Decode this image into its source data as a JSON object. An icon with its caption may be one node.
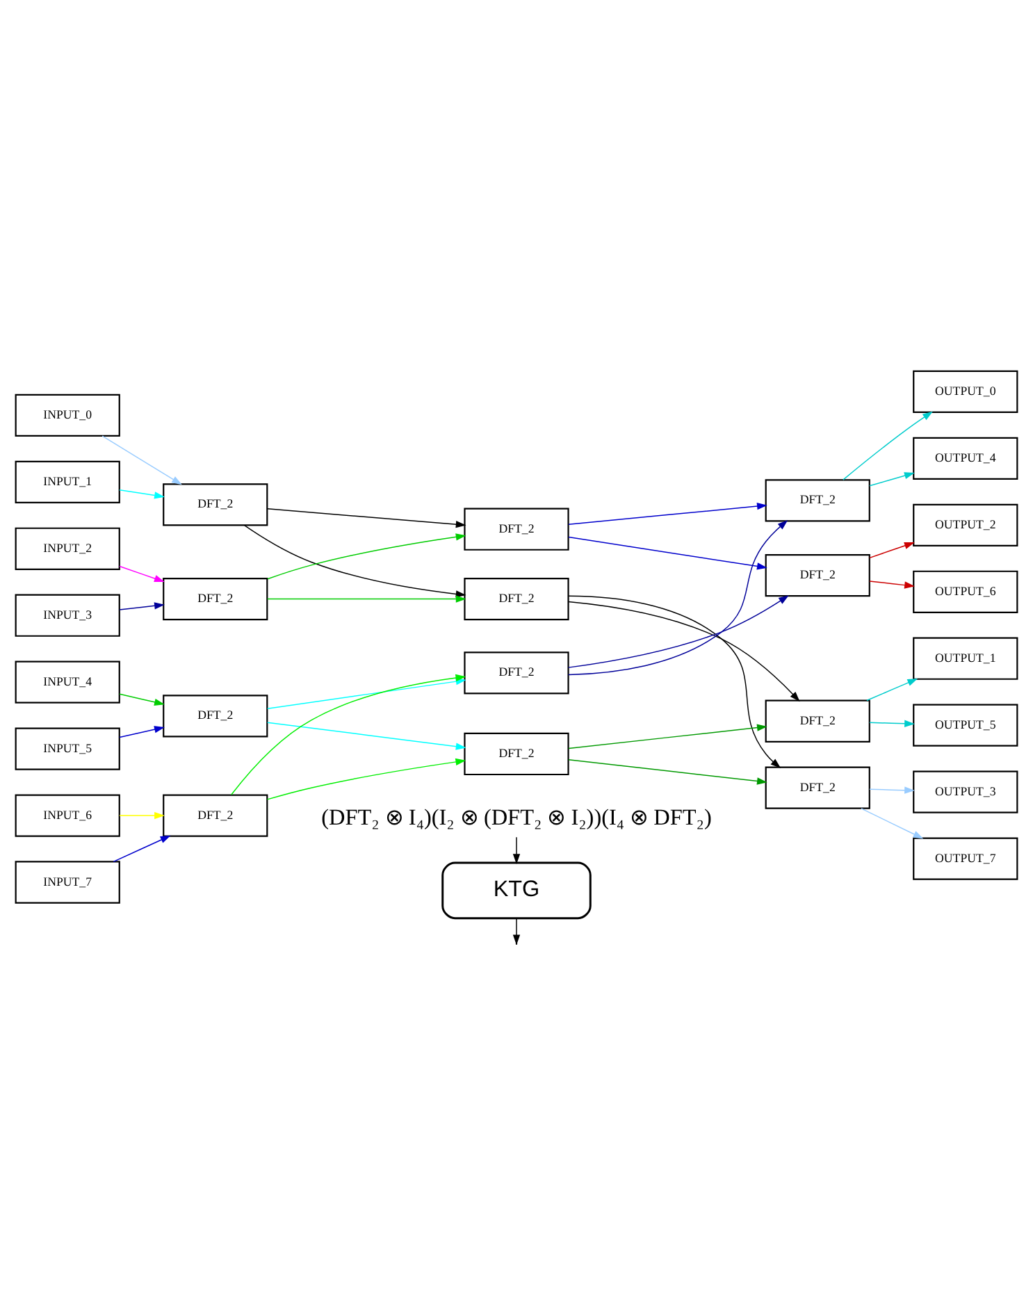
{
  "diagram": {
    "nodes": [
      {
        "text": [
          "(DFT₂ ⊗ I₄)(I₂ ⊗ (DFT₂ ⊗ I₂))(I₄ ⊗ DFT₂)"
        ]
      },
      {
        "text": [
          "KTG"
        ]
      },
      {
        "text": [
          "INPUT_0"
        ]
      },
      {
        "text": [
          "INPUT_1"
        ]
      },
      {
        "text": [
          "INPUT_2"
        ]
      },
      {
        "text": [
          "INPUT_3"
        ]
      },
      {
        "text": [
          "INPUT_4"
        ]
      },
      {
        "text": [
          "INPUT_5"
        ]
      },
      {
        "text": [
          "INPUT_6"
        ]
      },
      {
        "text": [
          "INPUT_7"
        ]
      },
      {
        "text": [
          "DFT_2"
        ]
      },
      {
        "text": [
          "DFT_2"
        ]
      },
      {
        "text": [
          "DFT_2"
        ]
      },
      {
        "text": [
          "DFT_2"
        ]
      },
      {
        "text": [
          "DFT_2"
        ]
      },
      {
        "text": [
          "DFT_2"
        ]
      },
      {
        "text": [
          "DFT_2"
        ]
      },
      {
        "text": [
          "DFT_2"
        ]
      },
      {
        "text": [
          "DFT_2"
        ]
      },
      {
        "text": [
          "DFT_2"
        ]
      },
      {
        "text": [
          "DFT_2"
        ]
      },
      {
        "text": [
          "DFT_2"
        ]
      },
      {
        "text": [
          "OUTPUT_0"
        ]
      },
      {
        "text": [
          "OUTPUT_1"
        ]
      },
      {
        "text": [
          "OUTPUT_2"
        ]
      },
      {
        "text": [
          "OUTPUT_3"
        ]
      },
      {
        "text": [
          "OUTPUT_4"
        ]
      },
      {
        "text": [
          "OUTPUT_5"
        ]
      },
      {
        "text": [
          "OUTPUT_6"
        ]
      },
      {
        "text": [
          "OUTPUT_7"
        ]
      }
    ],
    "edges": [
      {
        "from": 0,
        "to": 1,
        "arrow": "to"
      },
      {
        "from": 1,
        "to": null,
        "arrow": "to"
      },
      {
        "from": 2,
        "to": 10,
        "arrow": "to",
        "color": "#99ccff"
      },
      {
        "from": 3,
        "to": 10,
        "arrow": "to",
        "color": "#00ffff"
      },
      {
        "from": 4,
        "to": 11,
        "arrow": "to",
        "color": "#ff00ff"
      },
      {
        "from": 5,
        "to": 11,
        "arrow": "to",
        "color": "#000099"
      },
      {
        "from": 6,
        "to": 12,
        "arrow": "to",
        "color": "#00cc00"
      },
      {
        "from": 7,
        "to": 12,
        "arrow": "to",
        "color": "#0000cc"
      },
      {
        "from": 8,
        "to": 13,
        "arrow": "to",
        "color": "#ffff00"
      },
      {
        "from": 9,
        "to": 13,
        "arrow": "to",
        "color": "#0000cc"
      },
      {
        "from": 10,
        "to": 14,
        "arrow": "to"
      },
      {
        "from": 10,
        "to": 15,
        "arrow": "to"
      },
      {
        "from": 11,
        "to": 14,
        "arrow": "to",
        "color": "#00cc00"
      },
      {
        "from": 11,
        "to": 15,
        "arrow": "to",
        "color": "#00cc00"
      },
      {
        "from": 12,
        "to": 16,
        "arrow": "to",
        "color": "#00ffff"
      },
      {
        "from": 12,
        "to": 17,
        "arrow": "to",
        "color": "#00ffff"
      },
      {
        "from": 13,
        "to": 16,
        "arrow": "to",
        "color": "#00ee00"
      },
      {
        "from": 13,
        "to": 17,
        "arrow": "to",
        "color": "#00ee00"
      },
      {
        "from": 14,
        "to": 18,
        "arrow": "to",
        "color": "#0000cc"
      },
      {
        "from": 14,
        "to": 20,
        "arrow": "to",
        "color": "#0000cc"
      },
      {
        "from": 15,
        "to": 19,
        "arrow": "to"
      },
      {
        "from": 15,
        "to": 21,
        "arrow": "to"
      },
      {
        "from": 16,
        "to": 18,
        "arrow": "to",
        "color": "#000099"
      },
      {
        "from": 16,
        "to": 20,
        "arrow": "to",
        "color": "#000099"
      },
      {
        "from": 17,
        "to": 19,
        "arrow": "to",
        "color": "#009900"
      },
      {
        "from": 17,
        "to": 21,
        "arrow": "to",
        "color": "#009900"
      },
      {
        "from": 18,
        "to": 22,
        "arrow": "to",
        "color": "#00cccc"
      },
      {
        "from": 18,
        "to": 26,
        "arrow": "to",
        "color": "#00cccc"
      },
      {
        "from": 19,
        "to": 23,
        "arrow": "to",
        "color": "#00cccc"
      },
      {
        "from": 19,
        "to": 27,
        "arrow": "to",
        "color": "#00cccc"
      },
      {
        "from": 20,
        "to": 24,
        "arrow": "to",
        "color": "#cc0000"
      },
      {
        "from": 20,
        "to": 28,
        "arrow": "to",
        "color": "#cc0000"
      },
      {
        "from": 21,
        "to": 25,
        "arrow": "to",
        "color": "#99ccff"
      },
      {
        "from": 21,
        "to": 29,
        "arrow": "to",
        "color": "#99ccff"
      }
    ]
  }
}
